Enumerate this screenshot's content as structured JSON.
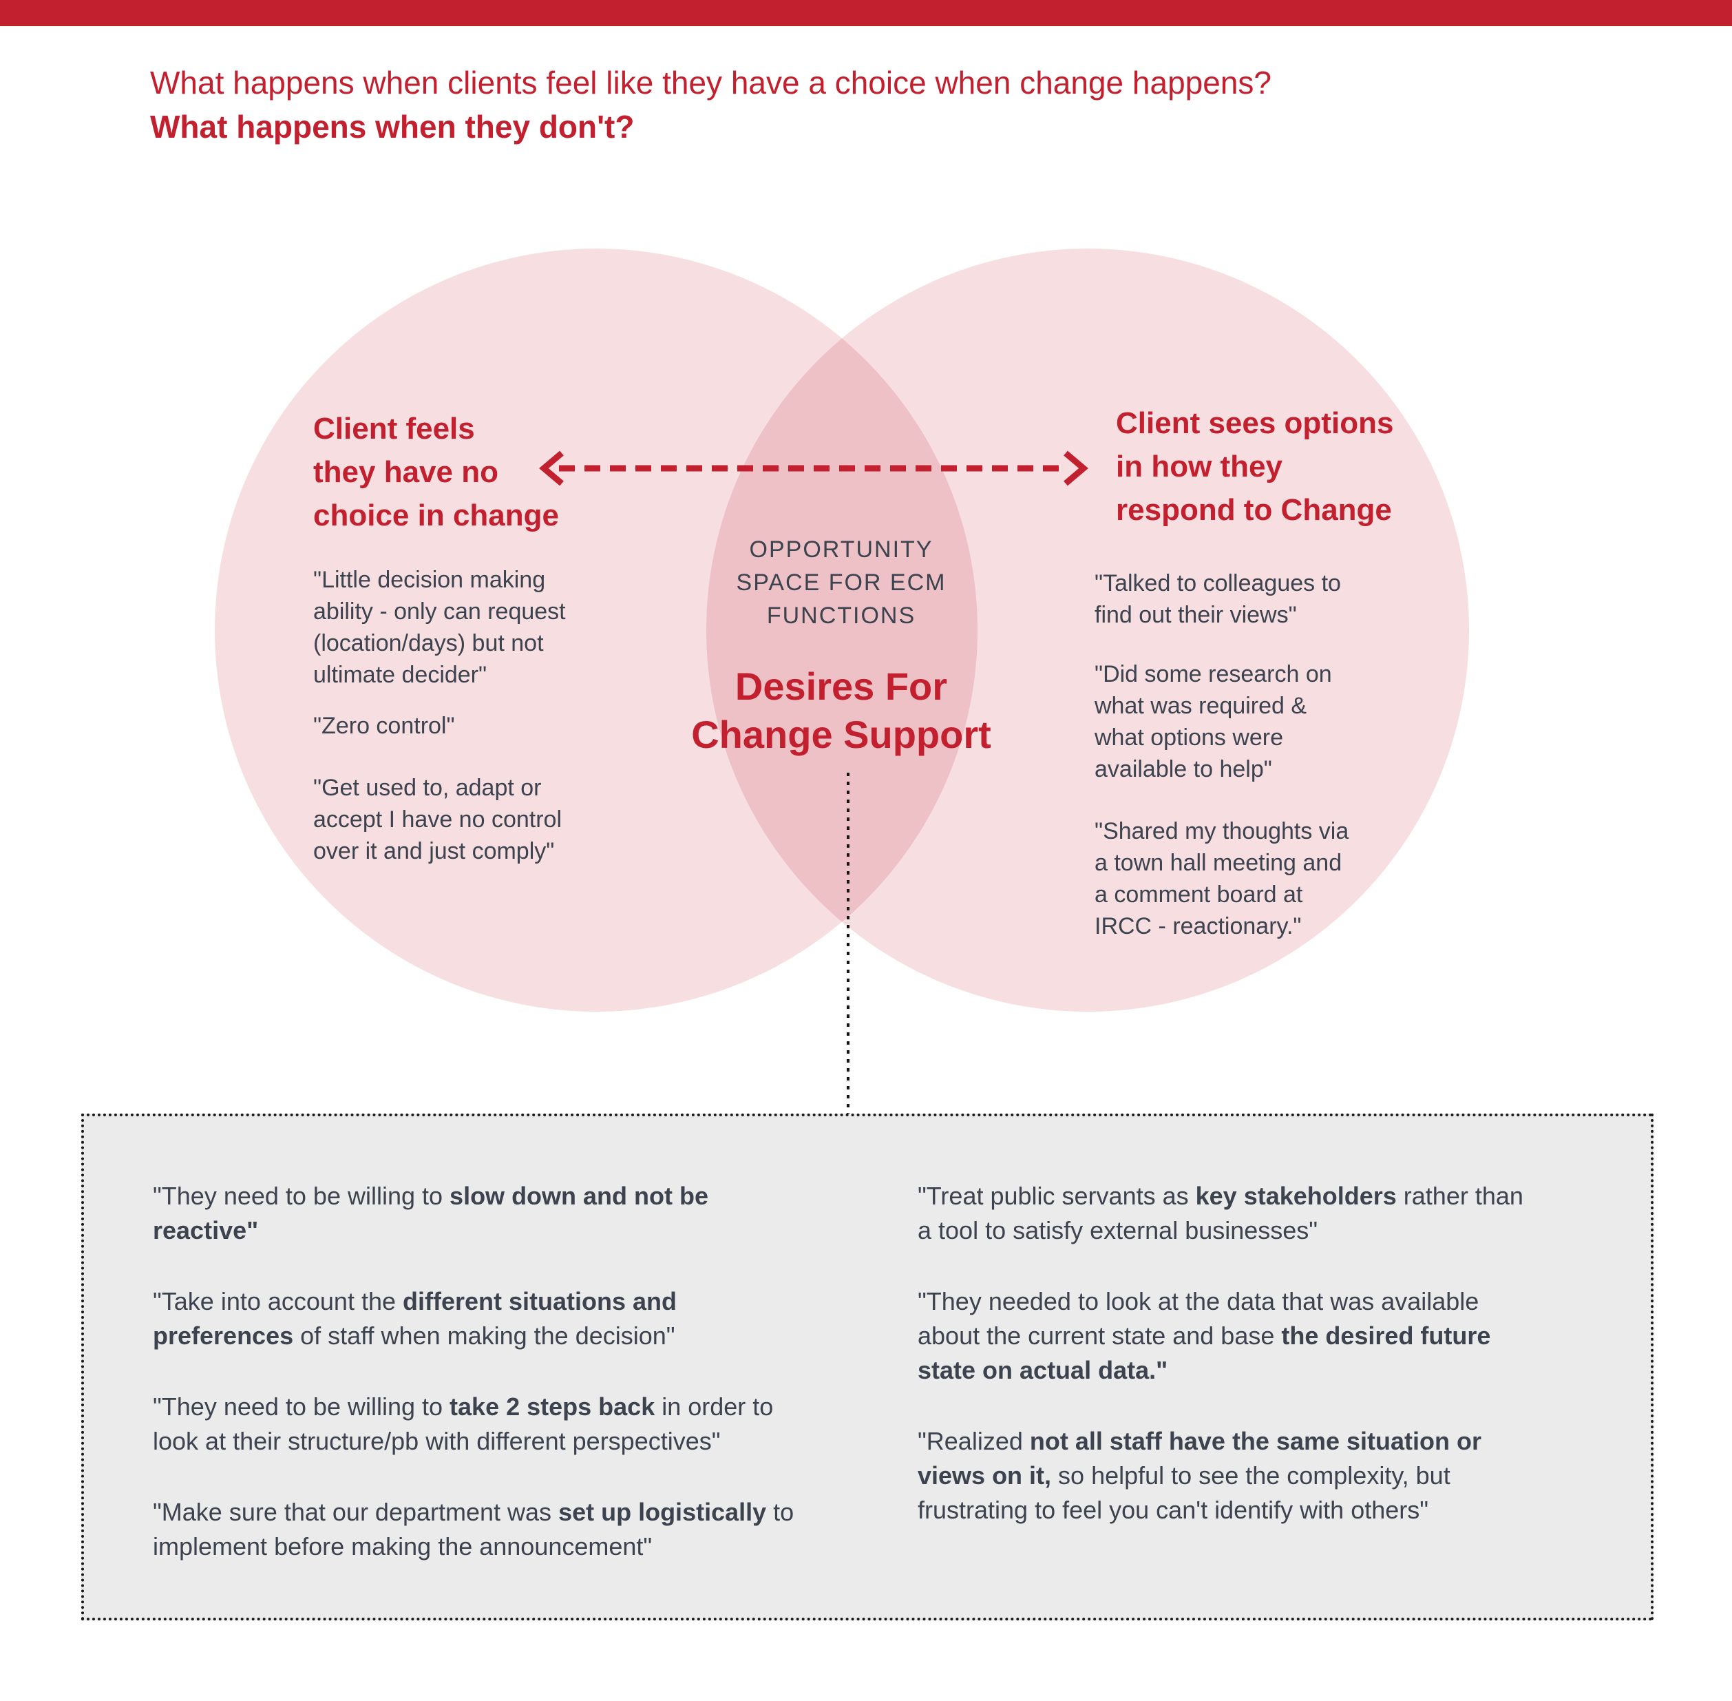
{
  "page": {
    "top_bar_color": "#c2202f",
    "background": "#ffffff"
  },
  "colors": {
    "accent_red": "#c2202f",
    "circle_pink": "#f6dee1",
    "overlap_pink": "#edc2c7",
    "dark_text": "#3c424e",
    "box_background": "#ebebeb",
    "dotted_line": "#141414"
  },
  "title": {
    "line1": "What happens when clients feel like they have a choice when change happens?",
    "line2": "What happens when they don't?"
  },
  "venn": {
    "left": {
      "heading": "Client feels\nthey have no\nchoice in change",
      "quotes": [
        "\"Little decision making\nability - only can request\n(location/days) but not\nultimate decider\"",
        "\"Zero control\"",
        "\"Get used to, adapt or\naccept I have no control\nover it and just comply\""
      ]
    },
    "center": {
      "label": "OPPORTUNITY\nSPACE FOR ECM\nFUNCTIONS",
      "title": "Desires For\nChange Support"
    },
    "right": {
      "heading": "Client sees options\nin how they\nrespond to Change",
      "quotes": [
        "\"Talked to colleagues to\nfind out their views\"",
        "\"Did some research on\nwhat was required &\nwhat options were\navailable to help\"",
        "\"Shared my thoughts via\na town hall meeting and\na comment board at\nIRCC - reactionary.\""
      ]
    }
  },
  "box": {
    "left_quotes": [
      [
        {
          "t": "\"They need to be willing to ",
          "b": false
        },
        {
          "t": "slow down and not be\nreactive\"",
          "b": true
        }
      ],
      [
        {
          "t": "\"Take into account the ",
          "b": false
        },
        {
          "t": "different situations and\npreferences",
          "b": true
        },
        {
          "t": " of staff when making the decision\"",
          "b": false
        }
      ],
      [
        {
          "t": "\"They need to be willing to ",
          "b": false
        },
        {
          "t": "take 2 steps back",
          "b": true
        },
        {
          "t": " in order to\nlook at their structure/pb with different perspectives\"",
          "b": false
        }
      ],
      [
        {
          "t": "\"Make sure that our department was ",
          "b": false
        },
        {
          "t": "set up logistically",
          "b": true
        },
        {
          "t": " to\nimplement before making the announcement\"",
          "b": false
        }
      ]
    ],
    "right_quotes": [
      [
        {
          "t": "\"Treat public servants as ",
          "b": false
        },
        {
          "t": "key stakeholders",
          "b": true
        },
        {
          "t": " rather than\na tool to satisfy external businesses\"",
          "b": false
        }
      ],
      [
        {
          "t": "\"They needed to look at the data that was available\nabout the current state and base ",
          "b": false
        },
        {
          "t": "the desired future\nstate on actual data.\"",
          "b": true
        }
      ],
      [
        {
          "t": "\"Realized ",
          "b": false
        },
        {
          "t": "not all staff have the same situation or\nviews on it,",
          "b": true
        },
        {
          "t": " so helpful to see the complexity, but\nfrustrating to feel you can't identify with others\"",
          "b": false
        }
      ]
    ]
  }
}
